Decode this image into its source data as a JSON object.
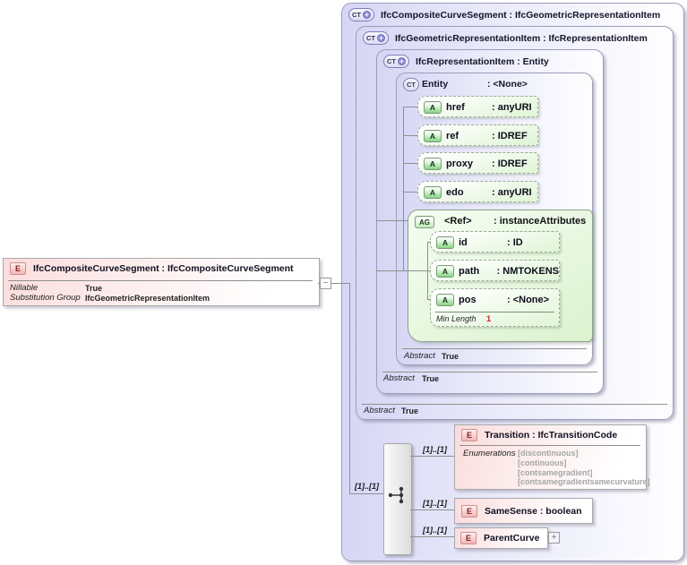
{
  "colors": {
    "facet_value_red": "#cc2222",
    "enum_value_grey": "#a6a6a6",
    "lavender": "#d6d6f5",
    "pink": "#fbdcdc",
    "green": "#e1f5d8"
  },
  "left_element": {
    "icon": "E",
    "title": "IfcCompositeCurveSegment : IfcCompositeCurveSegment",
    "properties": [
      {
        "label": "Nillable",
        "value": "True"
      },
      {
        "label": "Substitution Group",
        "value": "IfcGeometricRepresentationItem"
      }
    ]
  },
  "connectors": {
    "collapse": "−",
    "root_cardinality": "[1]..[1]"
  },
  "types": [
    {
      "icon": "CT",
      "expand": "+",
      "title": "IfcCompositeCurveSegment : IfcGeometricRepresentationItem"
    },
    {
      "icon": "CT",
      "expand": "+",
      "title": "IfcGeometricRepresentationItem : IfcRepresentationItem",
      "abstract_label": "Abstract",
      "abstract_value": "True"
    },
    {
      "icon": "CT",
      "expand": "+",
      "title": "IfcRepresentationItem : Entity",
      "abstract_label": "Abstract",
      "abstract_value": "True"
    },
    {
      "icon": "CT",
      "name": "Entity",
      "type": ": <None>",
      "abstract_label": "Abstract",
      "abstract_value": "True"
    }
  ],
  "attributes": [
    {
      "icon": "A",
      "name": "href",
      "type": ": anyURI"
    },
    {
      "icon": "A",
      "name": "ref",
      "type": ": IDREF"
    },
    {
      "icon": "A",
      "name": "proxy",
      "type": ": IDREF"
    },
    {
      "icon": "A",
      "name": "edo",
      "type": ": anyURI"
    }
  ],
  "attribute_group": {
    "icon": "AG",
    "name": "<Ref>",
    "type": ": instanceAttributes",
    "attributes": [
      {
        "icon": "A",
        "name": "id",
        "type": ": ID"
      },
      {
        "icon": "A",
        "name": "path",
        "type": ": NMTOKENS"
      },
      {
        "icon": "A",
        "name": "pos",
        "type": ": <None>",
        "facet_label": "Min Length",
        "facet_value": "1"
      }
    ]
  },
  "sequence_children": [
    {
      "cardinality": "[1]..[1]",
      "icon": "E",
      "title": "Transition : IfcTransitionCode",
      "enum_label": "Enumerations",
      "enum_values": [
        "[discontinuous]",
        "[continuous]",
        "[contsamegradient]",
        "[contsamegradientsamecurvature]"
      ]
    },
    {
      "cardinality": "[1]..[1]",
      "icon": "E",
      "title": "SameSense : boolean"
    },
    {
      "cardinality": "[1]..[1]",
      "icon": "E",
      "title": "ParentCurve",
      "expand": "+"
    }
  ]
}
